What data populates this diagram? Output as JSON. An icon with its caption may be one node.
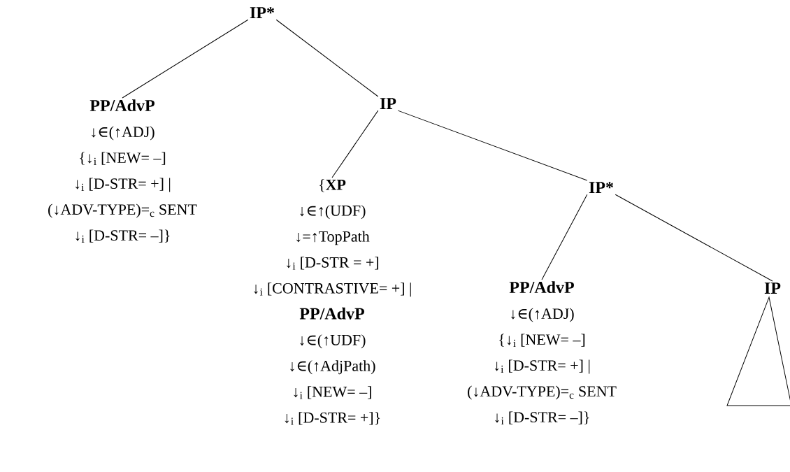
{
  "diagram": {
    "nodes": [
      {
        "text": [
          "IP*"
        ]
      },
      {
        "text": [
          "PP/AdvP",
          "↓∈(↑ADJ)",
          "{↓$_{i}$ [NEW= –]",
          "↓$_{i}$ [D-STR= +] |",
          "(↓ADV-TYPE)=$_{c}$ SENT",
          "↓$_{i}$ [D-STR= –]}"
        ]
      },
      {
        "text": [
          "IP"
        ]
      },
      {
        "text": [
          "{**XP**",
          "↓∈↑(UDF)",
          "↓=↑TopPath",
          "↓$_{i}$ [D-STR = +]",
          "↓$_{i}$ [CONTRASTIVE= +] |",
          "PP/AdvP",
          "↓∈(↑UDF)",
          "↓∈(↑AdjPath)",
          "↓$_{i}$ [NEW= –]",
          "↓$_{i}$ [D-STR= +]}"
        ]
      },
      {
        "text": [
          "IP*"
        ]
      },
      {
        "text": [
          "PP/AdvP",
          "↓∈(↑ADJ)",
          "{↓$_{i}$ [NEW= –]",
          "↓$_{i}$ [D-STR= +] |",
          "(↓ADV-TYPE)=$_{c}$ SENT",
          "↓$_{i}$ [D-STR= –]}"
        ]
      },
      {
        "text": [
          "IP"
        ]
      }
    ],
    "edges": [
      {
        "from": 0,
        "to": 1,
        "arrow": "none"
      },
      {
        "from": 0,
        "to": 2,
        "arrow": "none"
      },
      {
        "from": 2,
        "to": 3,
        "arrow": "none"
      },
      {
        "from": 2,
        "to": 4,
        "arrow": "none"
      },
      {
        "from": 4,
        "to": 5,
        "arrow": "none"
      },
      {
        "from": 4,
        "to": 6,
        "arrow": "none"
      }
    ]
  }
}
